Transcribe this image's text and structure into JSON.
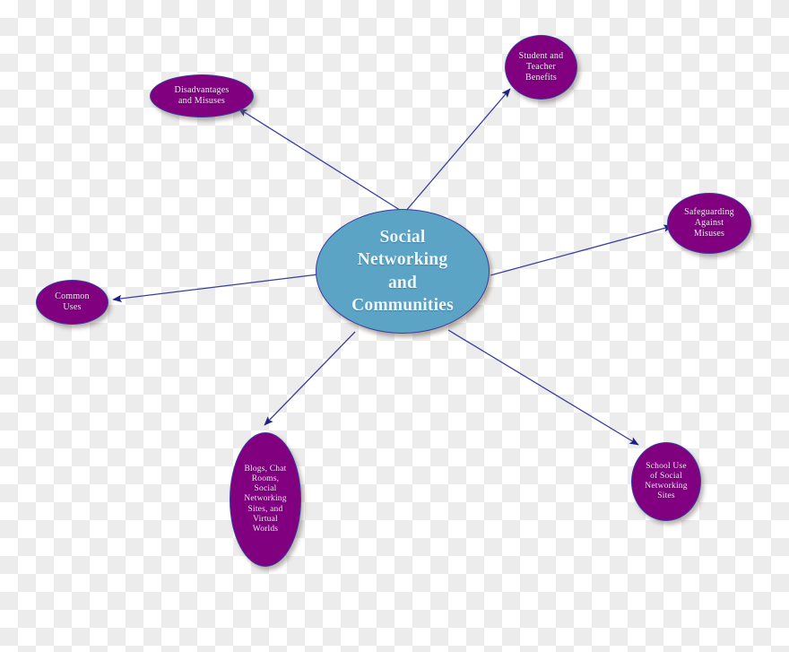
{
  "diagram": {
    "type": "mind-map",
    "title": "Social Networking and Communities mind map",
    "colors": {
      "central_fill": "#5ba4c6",
      "branch_fill": "#800080",
      "node_border": "#3b3d9c",
      "edge_line": "#3b3d9c",
      "central_text": "#eef7fb",
      "branch_text": "#f6e9f6",
      "background_checker_light": "#ffffff",
      "background_checker_dark": "#ececec"
    },
    "central_node": {
      "label": "Social\nNetworking\nand\nCommunities"
    },
    "branches": [
      {
        "id": "disadvantages-and-misuses",
        "label": "Disadvantages\nand Misuses"
      },
      {
        "id": "student-and-teacher-benefits",
        "label": "Student and\nTeacher\nBenefits"
      },
      {
        "id": "safeguarding-against-misuses",
        "label": "Safeguarding\nAgainst\nMisuses"
      },
      {
        "id": "common-uses",
        "label": "Common\nUses"
      },
      {
        "id": "blogs-chat-rooms-social-networking-sites-and-virtual-worlds",
        "label": "Blogs, Chat\nRooms,\nSocial\nNetworking\nSites, and\nVirtual\nWorlds"
      },
      {
        "id": "school-use-of-social-networking-sites",
        "label": "School Use\nof Social\nNetworking\nSites"
      }
    ],
    "edges": [
      {
        "from": "central_node",
        "to": "disadvantages-and-misuses"
      },
      {
        "from": "central_node",
        "to": "student-and-teacher-benefits"
      },
      {
        "from": "central_node",
        "to": "safeguarding-against-misuses"
      },
      {
        "from": "central_node",
        "to": "common-uses"
      },
      {
        "from": "central_node",
        "to": "blogs-chat-rooms-social-networking-sites-and-virtual-worlds"
      },
      {
        "from": "central_node",
        "to": "school-use-of-social-networking-sites"
      }
    ]
  }
}
